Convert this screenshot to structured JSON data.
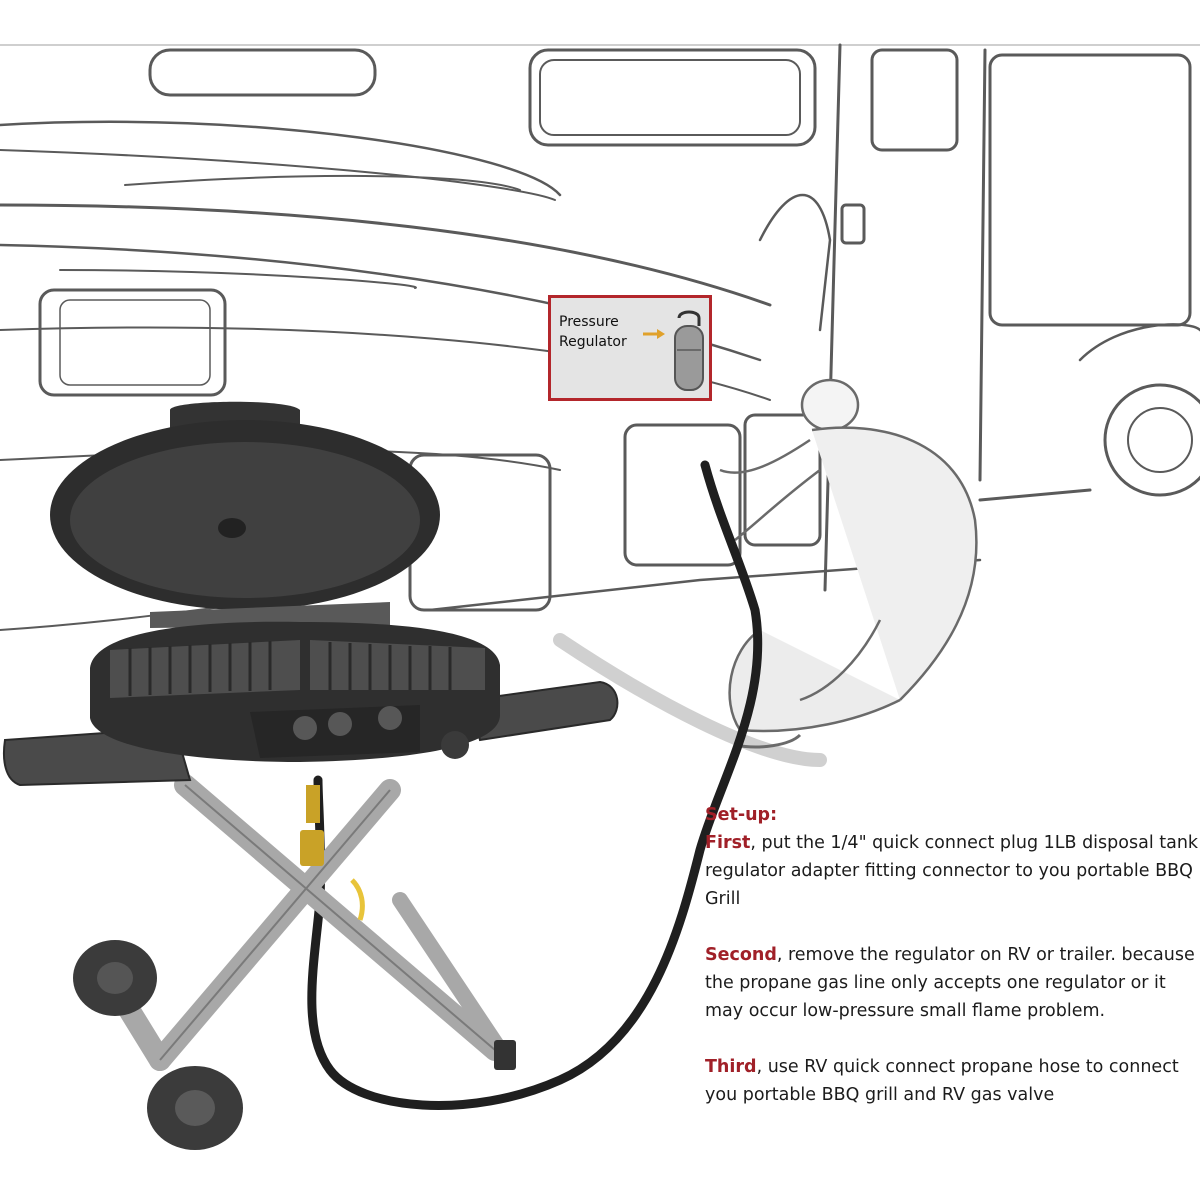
{
  "colors": {
    "accent": "#a02028",
    "callout_border": "#b3262b",
    "text": "#1c1c1c",
    "grill_body": "#2f2f2f",
    "line_art": "#555555"
  },
  "callout": {
    "label_line1": "Pressure",
    "label_line2": "Regulator"
  },
  "instructions": {
    "heading": "Set-up:",
    "step1_keyword": "First",
    "step1_text": ", put the 1/4\" quick connect plug 1LB disposal tank regulator adapter fitting connector to you portable BBQ Grill",
    "step2_keyword": "Second",
    "step2_text": ", remove the regulator on RV or trailer. because the propane gas line only accepts one regulator or it may occur low-pressure small flame problem.",
    "step3_keyword": "Third",
    "step3_text": ", use RV quick connect propane hose to connect you portable BBQ grill and RV gas valve"
  },
  "icons": {
    "scene": "rv-grill-illustration",
    "tank": "propane-tank-icon",
    "arrow": "arrow-right-icon"
  }
}
